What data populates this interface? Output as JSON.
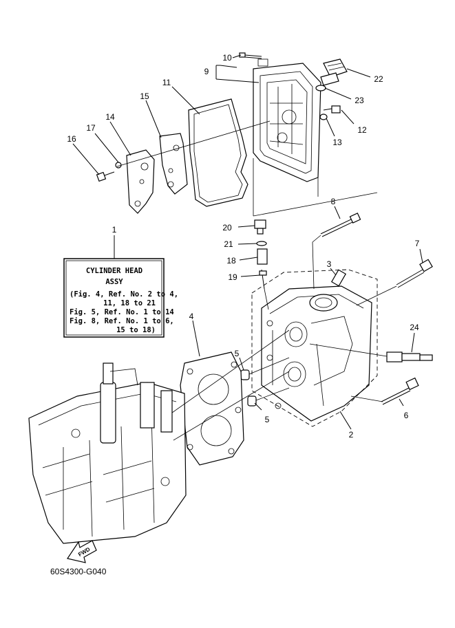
{
  "callouts": [
    {
      "id": "1",
      "text": "1"
    },
    {
      "id": "2",
      "text": "2"
    },
    {
      "id": "3",
      "text": "3"
    },
    {
      "id": "4",
      "text": "4"
    },
    {
      "id": "5a",
      "text": "5"
    },
    {
      "id": "5b",
      "text": "5"
    },
    {
      "id": "6",
      "text": "6"
    },
    {
      "id": "7",
      "text": "7"
    },
    {
      "id": "8",
      "text": "8"
    },
    {
      "id": "9",
      "text": "9"
    },
    {
      "id": "10",
      "text": "10"
    },
    {
      "id": "11",
      "text": "11"
    },
    {
      "id": "12",
      "text": "12"
    },
    {
      "id": "13",
      "text": "13"
    },
    {
      "id": "14",
      "text": "14"
    },
    {
      "id": "15",
      "text": "15"
    },
    {
      "id": "16",
      "text": "16"
    },
    {
      "id": "17",
      "text": "17"
    },
    {
      "id": "18",
      "text": "18"
    },
    {
      "id": "19",
      "text": "19"
    },
    {
      "id": "20",
      "text": "20"
    },
    {
      "id": "21",
      "text": "21"
    },
    {
      "id": "22",
      "text": "22"
    },
    {
      "id": "23",
      "text": "23"
    },
    {
      "id": "24",
      "text": "24"
    }
  ],
  "assy_box": {
    "title_line1": "CYLINDER HEAD",
    "title_line2": "ASSY",
    "ref_lines": [
      "(Fig. 4, Ref. No. 2 to 4,",
      "11, 18 to 21",
      "Fig. 5, Ref. No. 1 to 14",
      "Fig. 8, Ref. No. 1 to 6,",
      "15 to 18)"
    ]
  },
  "fwd_label": "FWD",
  "diagram_code": "60S4300-G040"
}
